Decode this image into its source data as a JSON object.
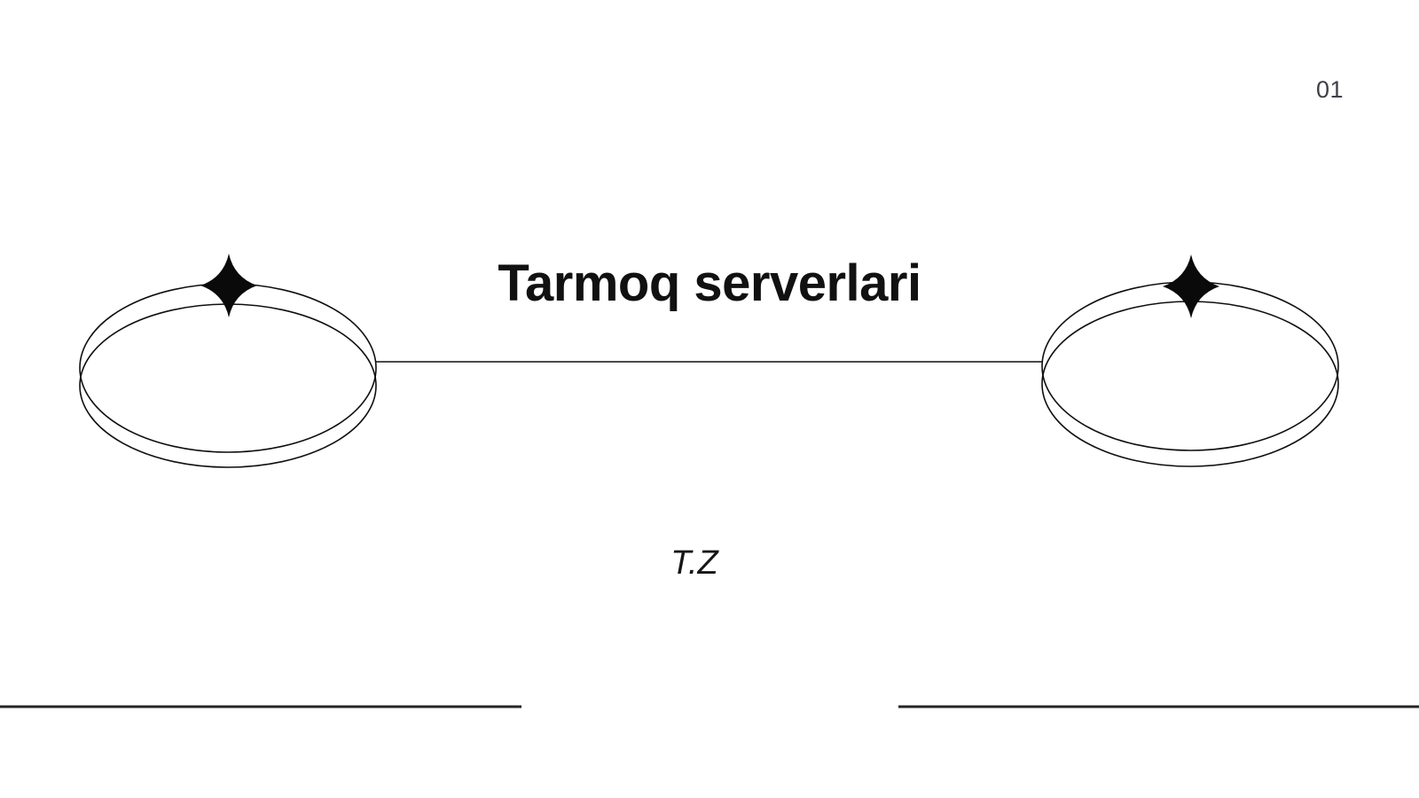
{
  "slide": {
    "page_number": "01",
    "title": "Tarmoq serverlari",
    "subtitle": "T.Z"
  },
  "colors": {
    "background": "#ffffff",
    "ink": "#111111",
    "page_number_gray": "#3f4049",
    "stroke_black": "#0f0f0f",
    "bottom_rule": "#242424"
  },
  "decor": {
    "left_node_icon": "double-ellipse-ring-with-sparkle",
    "right_node_icon": "double-ellipse-ring-with-sparkle",
    "connector": "horizontal-connector-line",
    "bottom_rules": "two-horizontal-footer-lines"
  }
}
